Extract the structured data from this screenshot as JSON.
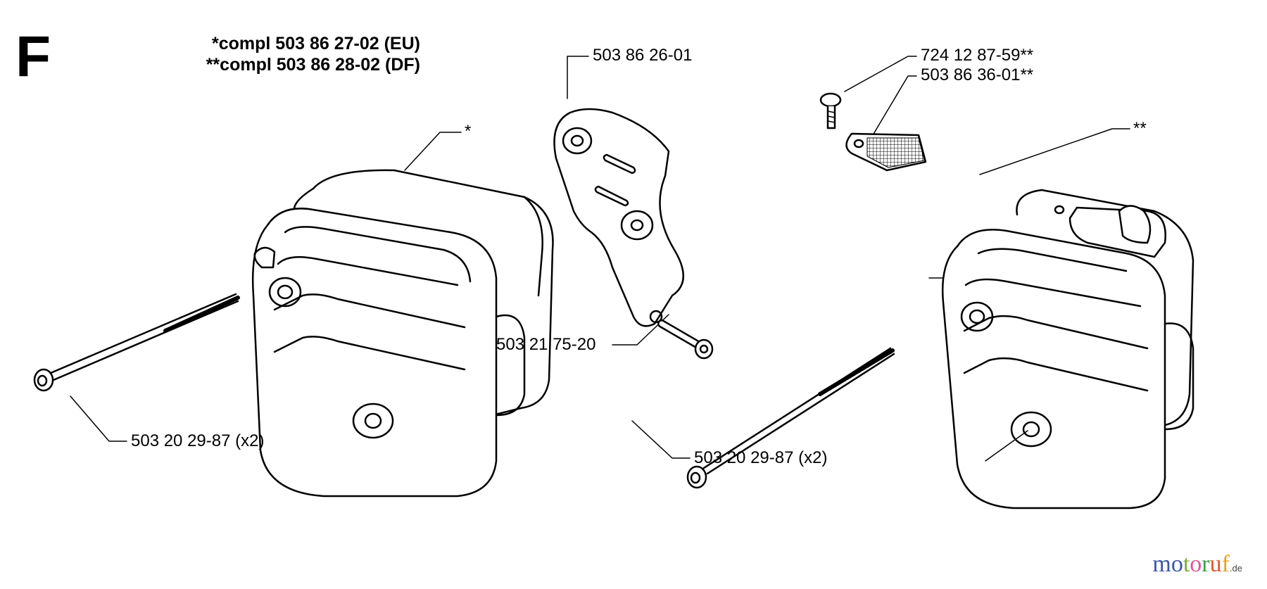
{
  "section_letter": "F",
  "header": {
    "line1": "*compl 503 86 27-02 (EU)",
    "line2": "**compl 503 86 28-02 (DF)"
  },
  "callouts": {
    "muffler_eu": "*",
    "muffler_df": "**",
    "bracket": "503 86 26-01",
    "screw_top": "724 12 87-59**",
    "spark_screen": "503 86 36-01**",
    "bracket_screw": "503 21 75-20",
    "bolt_left": "503 20 29-87 (x2)",
    "bolt_right": "503 20 29-87 (x2)"
  },
  "watermark": {
    "letters": [
      "m",
      "o",
      "t",
      "o",
      "r",
      "u",
      "f"
    ],
    "colors": [
      "#3b55a8",
      "#3b55a8",
      "#7cae3a",
      "#e0569a",
      "#3aa14a",
      "#e0582a",
      "#e8a21c"
    ],
    "suffix": ".de"
  }
}
